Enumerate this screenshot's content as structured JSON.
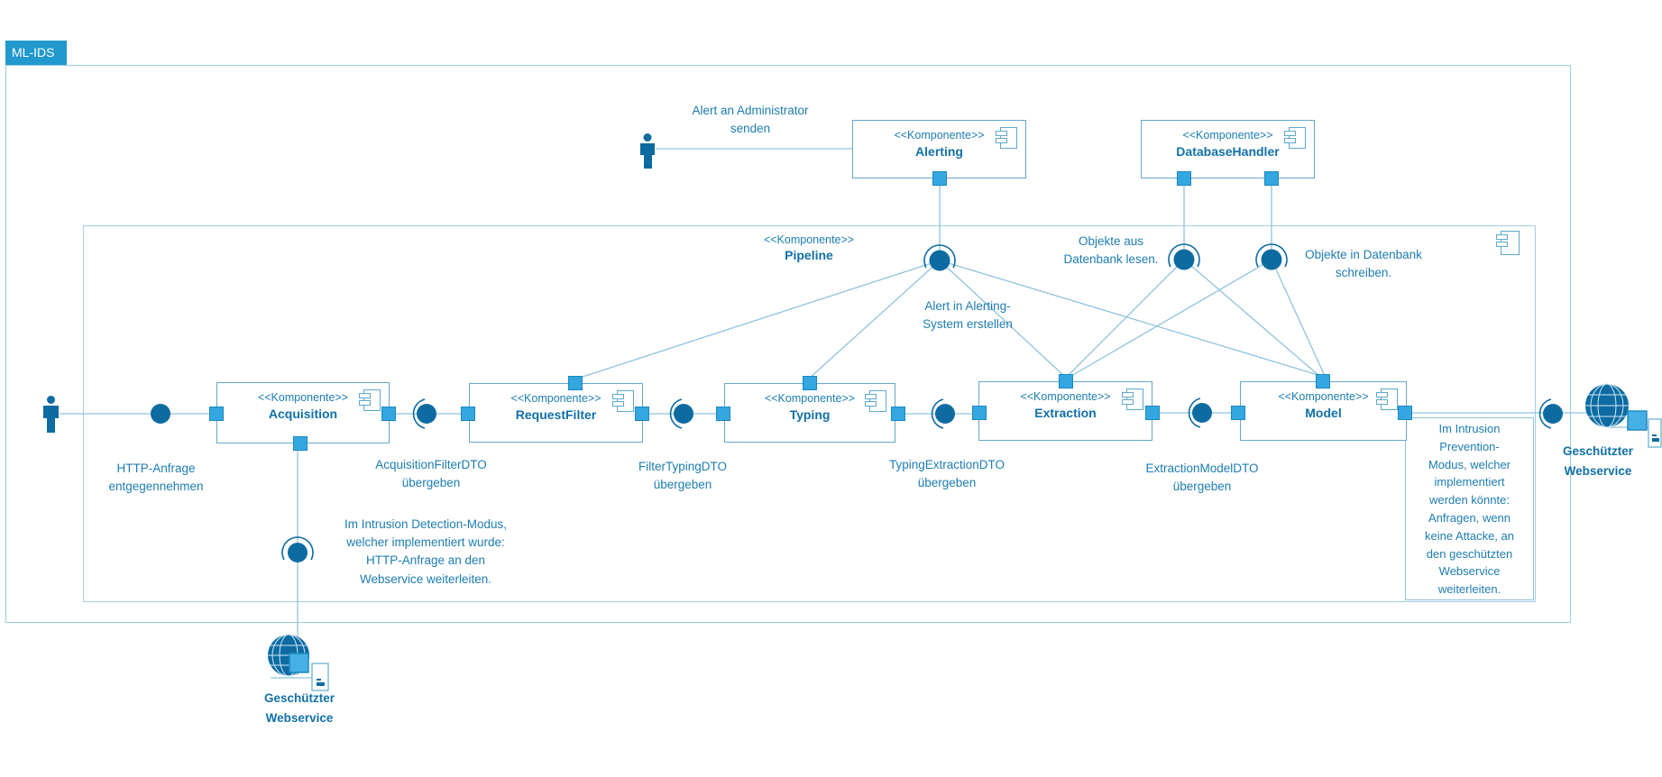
{
  "frame": {
    "label": "ML-IDS"
  },
  "pipeline": {
    "stereotype": "<<Komponente>>",
    "name": "Pipeline"
  },
  "components": {
    "alerting": {
      "stereotype": "<<Komponente>>",
      "name": "Alerting"
    },
    "database_handler": {
      "stereotype": "<<Komponente>>",
      "name": "DatabaseHandler"
    },
    "acquisition": {
      "stereotype": "<<Komponente>>",
      "name": "Acquisition"
    },
    "request_filter": {
      "stereotype": "<<Komponente>>",
      "name": "RequestFilter"
    },
    "typing": {
      "stereotype": "<<Komponente>>",
      "name": "Typing"
    },
    "extraction": {
      "stereotype": "<<Komponente>>",
      "name": "Extraction"
    },
    "model": {
      "stereotype": "<<Komponente>>",
      "name": "Model"
    }
  },
  "annotations": {
    "alert_send": "Alert an Administrator\nsenden",
    "objekte_lesen": "Objekte aus\nDatenbank lesen.",
    "objekte_schreiben": "Objekte in Datenbank\nschreiben.",
    "alert_erstellen": "Alert in Alerting-\nSystem erstellen",
    "http_entgegennehmen": "HTTP-Anfrage\nentgegennehmen",
    "acquisition_filter_dto": "AcquisitionFilterDTO\nübergeben",
    "filter_typing_dto": "FilterTypingDTO\nübergeben",
    "typing_extraction_dto": "TypingExtractionDTO\nübergeben",
    "extraction_model_dto": "ExtractionModelDTO\nübergeben",
    "detection_modus": "Im Intrusion Detection-Modus,\nwelcher implementiert wurde:\nHTTP-Anfrage an den\nWebservice weiterleiten.",
    "prevention_modus": "Im Intrusion\nPrevention-\nModus, welcher\nimplementiert\nwerden könnte:\nAnfragen, wenn\nkeine Attacke, an\nden geschützten\nWebservice\nweiterleiten."
  },
  "nodes": {
    "webservice_bottom": "Geschützter\nWebservice",
    "webservice_right": "Geschützter\nWebservice"
  },
  "colors": {
    "accent_dark": "#0d6ba1",
    "accent_light": "#35a7e0",
    "line_blue": "#8fc3dc",
    "text_blue": "#1d7cb2",
    "tab_blue": "#2199ce"
  }
}
